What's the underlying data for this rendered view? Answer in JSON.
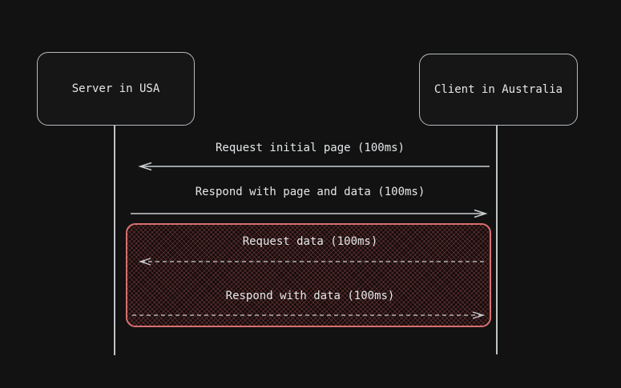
{
  "diagram": {
    "type": "sequence-diagram",
    "actors": [
      {
        "label": "Server in USA"
      },
      {
        "label": "Client in Australia"
      }
    ],
    "messages": [
      {
        "label": "Request initial page (100ms)",
        "direction": "left",
        "line_style": "solid",
        "highlighted": false
      },
      {
        "label": "Respond with page and data (100ms)",
        "direction": "right",
        "line_style": "solid",
        "highlighted": false
      },
      {
        "label": "Request data (100ms)",
        "direction": "left",
        "line_style": "dashed",
        "highlighted": true
      },
      {
        "label": "Respond with data (100ms)",
        "direction": "right",
        "line_style": "dashed",
        "highlighted": true
      }
    ],
    "highlight_group": {
      "style": "red rounded box with diagonal crosshatch fill",
      "contains": [
        "Request data (100ms)",
        "Respond with data (100ms)"
      ]
    },
    "colors": {
      "background": "#121212",
      "box_border": "#b4bbc0",
      "text": "#e4e7e9",
      "arrow": "#c9ced2",
      "lifeline": "#bfc4c8",
      "highlight_border": "#d86f6f",
      "highlight_hatch": "#5a2b2b"
    }
  }
}
